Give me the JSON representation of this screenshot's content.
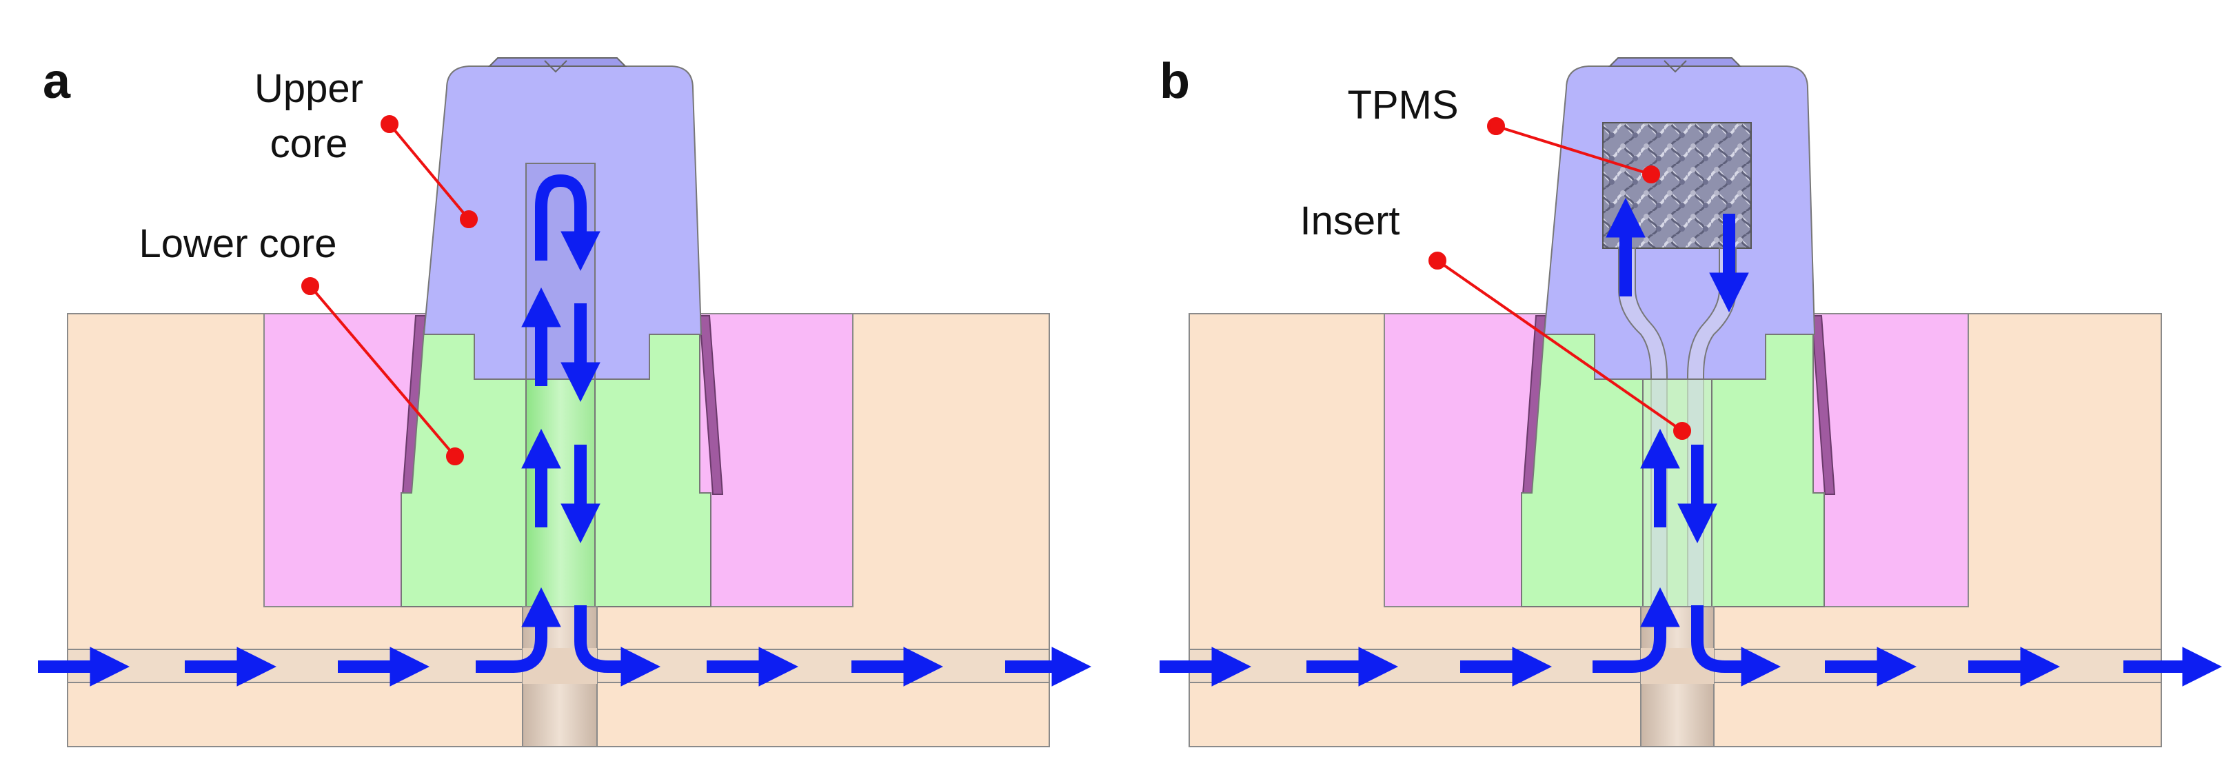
{
  "panels": [
    {
      "letter": "a",
      "labels": {
        "upper_core_line1": "Upper",
        "upper_core_line2": "core",
        "lower_core": "Lower core"
      }
    },
    {
      "letter": "b",
      "labels": {
        "tpms": "TPMS",
        "insert": "Insert"
      }
    }
  ],
  "colors": {
    "mold_base": "#fbe3cc",
    "cavity": "#f9b9f7",
    "upper_core": "#b6b4fb",
    "lower_core": "#bdf9b6",
    "flow_arrow": "#0d1ef2",
    "callout_dot": "#ee1111",
    "channel": "#ead6c4",
    "tpms_lattice": "#9c9eb8"
  }
}
